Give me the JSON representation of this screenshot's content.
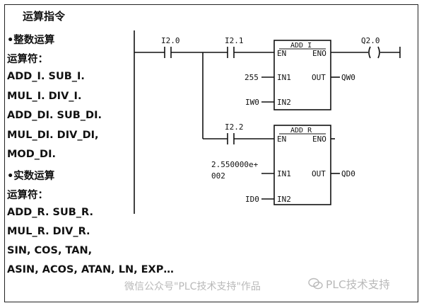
{
  "left_panel": {
    "title": "运算指令",
    "integer_heading": "•整数运算",
    "integer_op_label": "运算符：",
    "integer_ops": [
      "ADD_I.  SUB_I.",
      "MUL_I.  DIV_I.",
      "ADD_DI. SUB_DI.",
      "MUL_DI. DIV_DI,",
      "MOD_DI."
    ],
    "real_heading": "•实数运算",
    "real_op_label": "运算符：",
    "real_ops": [
      "ADD_R.  SUB_R.",
      "MUL_R.  DIV_R.",
      "SIN, COS, TAN,",
      "ASIN, ACOS, ATAN, LN, EXP…"
    ]
  },
  "ladder": {
    "rung1": {
      "contact_1": "I2.0",
      "contact_2": "I2.1",
      "block_title": "ADD_I",
      "pin_en": "EN",
      "pin_eno": "ENO",
      "pin_in1": "IN1",
      "pin_in2": "IN2",
      "pin_out": "OUT",
      "in1_value": "255",
      "in2_value": "IW0",
      "out_value": "QW0",
      "coil_label": "Q2.0",
      "coil_symbol": "( )"
    },
    "rung2": {
      "contact": "I2.2",
      "block_title": "ADD_R",
      "pin_en": "EN",
      "pin_eno": "ENO",
      "pin_in1": "IN1",
      "pin_in2": "IN2",
      "pin_out": "OUT",
      "in1_value_line1": "2.550000e+",
      "in1_value_line2": "002",
      "in2_value": "ID0",
      "out_value": "QD0"
    }
  },
  "watermark": {
    "text": "微信公众号\"PLC技术支持\"作品",
    "brand": "PLC技术支持"
  }
}
